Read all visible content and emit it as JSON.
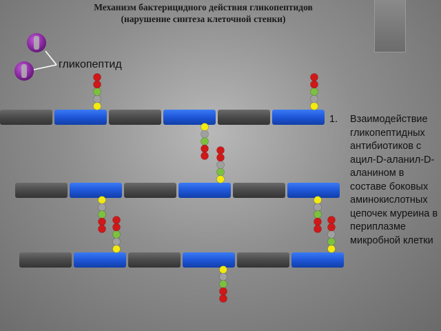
{
  "title": {
    "line1": "Механизм бактерицидного действия гликопептидов",
    "line2": "(нарушение синтеза клеточной стенки)"
  },
  "glycopeptide_label": "гликопептид",
  "description": {
    "number": "1.",
    "text": "Взаимодействие гликопептидных антибиотиков с ацил-D-аланил-D-аланином в составе боковых аминокислотных цепочек муреина в периплазме микробной клетки"
  },
  "colors": {
    "strand_blue": "#1e56d8",
    "strand_gray": "#4a4a4a",
    "bead_red": "#d01818",
    "bead_green": "#7cc040",
    "bead_gray": "#a0a0a0",
    "bead_yellow": "#f2ea10",
    "glycopeptide_purple": "#8a2aa0"
  },
  "icons": [
    "glycopeptide-molecule-icon"
  ]
}
